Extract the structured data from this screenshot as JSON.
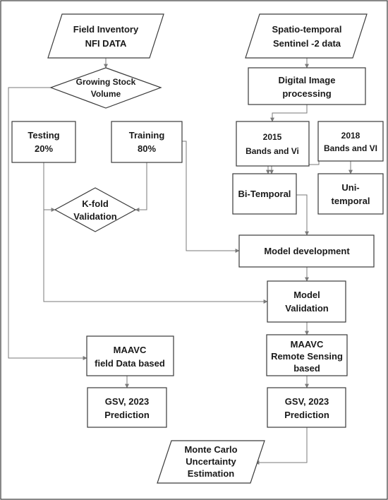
{
  "nodes": {
    "field_inventory": [
      "Field Inventory",
      "NFI DATA"
    ],
    "sentinel": [
      "Spatio-temporal",
      "Sentinel -2 data"
    ],
    "growing_stock": [
      "Growing Stock",
      "Volume"
    ],
    "digital_image": [
      "Digital Image",
      "processing"
    ],
    "testing": [
      "Testing",
      "20%"
    ],
    "training": [
      "Training",
      "80%"
    ],
    "bands_2015": [
      "2015",
      "Bands and Vi"
    ],
    "bands_2018": [
      "2018",
      "Bands and VI"
    ],
    "kfold": [
      "K-fold",
      "Validation"
    ],
    "bi_temporal": [
      "Bi-Temporal"
    ],
    "uni_temporal": [
      "Uni-",
      "temporal"
    ],
    "model_development": [
      "Model development"
    ],
    "model_validation": [
      "Model",
      "Validation"
    ],
    "maavc_field": [
      "MAAVC",
      "field Data based"
    ],
    "maavc_rs": [
      "MAAVC",
      "Remote Sensing",
      "based"
    ],
    "gsv_field": [
      "GSV, 2023",
      "Prediction"
    ],
    "gsv_rs": [
      "GSV, 2023",
      "Prediction"
    ],
    "monte_carlo": [
      "Monte Carlo",
      "Uncertainty",
      "Estimation"
    ]
  },
  "colors": {
    "border": "#3a3a3a",
    "connector": "#7a7a7a",
    "text": "#1a1a1a",
    "background": "#ffffff"
  }
}
